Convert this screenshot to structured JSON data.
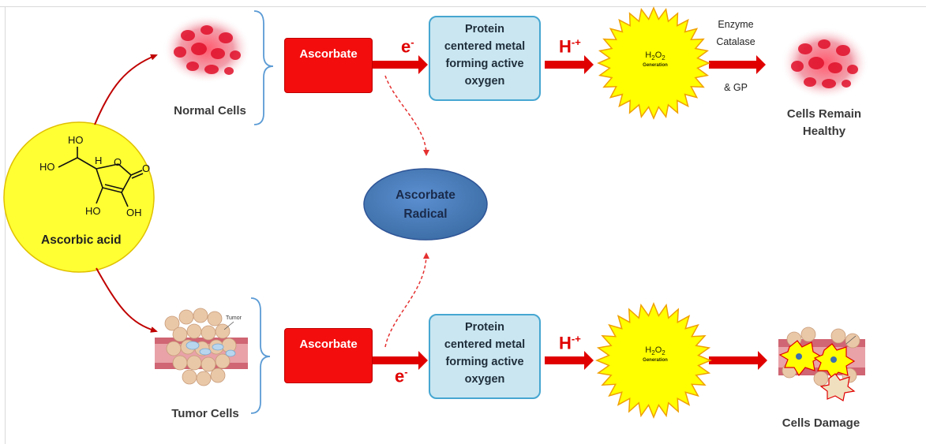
{
  "nodes": {
    "ascorbic_acid": "Ascorbic acid",
    "normal_cells": "Normal Cells",
    "tumor_cells": "Tumor Cells",
    "ascorbate_top": "Ascorbate",
    "ascorbate_bottom": "Ascorbate",
    "protein_top": [
      "Protein",
      "centered metal",
      "forming active",
      "oxygen"
    ],
    "protein_bottom": [
      "Protein",
      "centered metal",
      "forming active",
      "oxygen"
    ],
    "radical": [
      "Ascorbate",
      "Radical"
    ],
    "h2o2_generation": "Generation",
    "enzyme": [
      "Enzyme",
      "Catalase",
      "& GP"
    ],
    "cells_remain": [
      "Cells Remain",
      "Healthy"
    ],
    "cells_damage": "Cells Damage",
    "tumor_tag": "Tumor"
  },
  "symbols": {
    "electron": "e",
    "electron_sup": "-",
    "proton": "H",
    "proton_sup": "-+"
  },
  "molecule": {
    "ho_top": "HO",
    "ho_left": "HO",
    "h": "H",
    "o_ring": "O",
    "o_carbonyl": "O",
    "ho_bottom_left": "HO",
    "oh_bottom_right": "OH"
  },
  "colors": {
    "arrow_red": "#e00000",
    "box_red": "#f40d0d",
    "box_blue_fill": "#c9e6f1",
    "box_blue_border": "#46a6d1",
    "radical_fill": "#4f81bd",
    "radical_border": "#2f5597",
    "starburst_fill": "#ffff00",
    "starburst_border": "#f0a000",
    "ascorbic_fill": "#ffff33",
    "curve_arrow": "#c00000",
    "brace_blue": "#5b9bd5"
  }
}
